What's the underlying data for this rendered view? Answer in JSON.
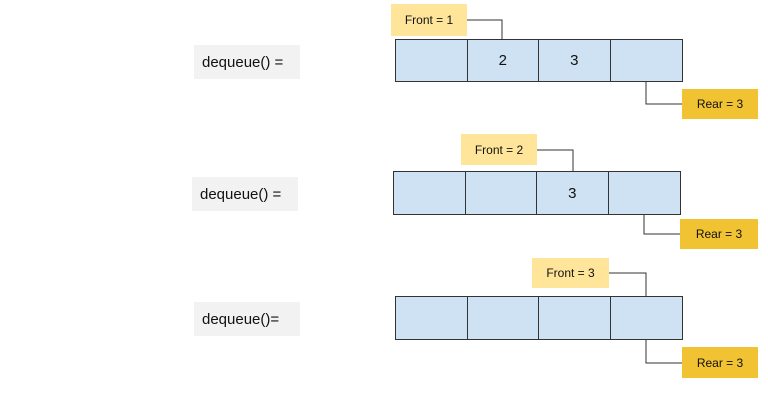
{
  "diagram": {
    "steps": [
      {
        "operation": "dequeue() =",
        "cells": [
          "",
          "2",
          "3",
          ""
        ],
        "front_label": "Front = 1",
        "rear_label": "Rear = 3"
      },
      {
        "operation": "dequeue() =",
        "cells": [
          "",
          "",
          "3",
          ""
        ],
        "front_label": "Front = 2",
        "rear_label": "Rear = 3"
      },
      {
        "operation": "dequeue()=",
        "cells": [
          "",
          "",
          "",
          ""
        ],
        "front_label": "Front = 3",
        "rear_label": "Rear = 3"
      }
    ],
    "colors": {
      "cell_fill": "#cfe2f3",
      "front_pointer": "#ffe599",
      "rear_pointer": "#f1c232",
      "op_label_bg": "#f2f2f2"
    }
  }
}
